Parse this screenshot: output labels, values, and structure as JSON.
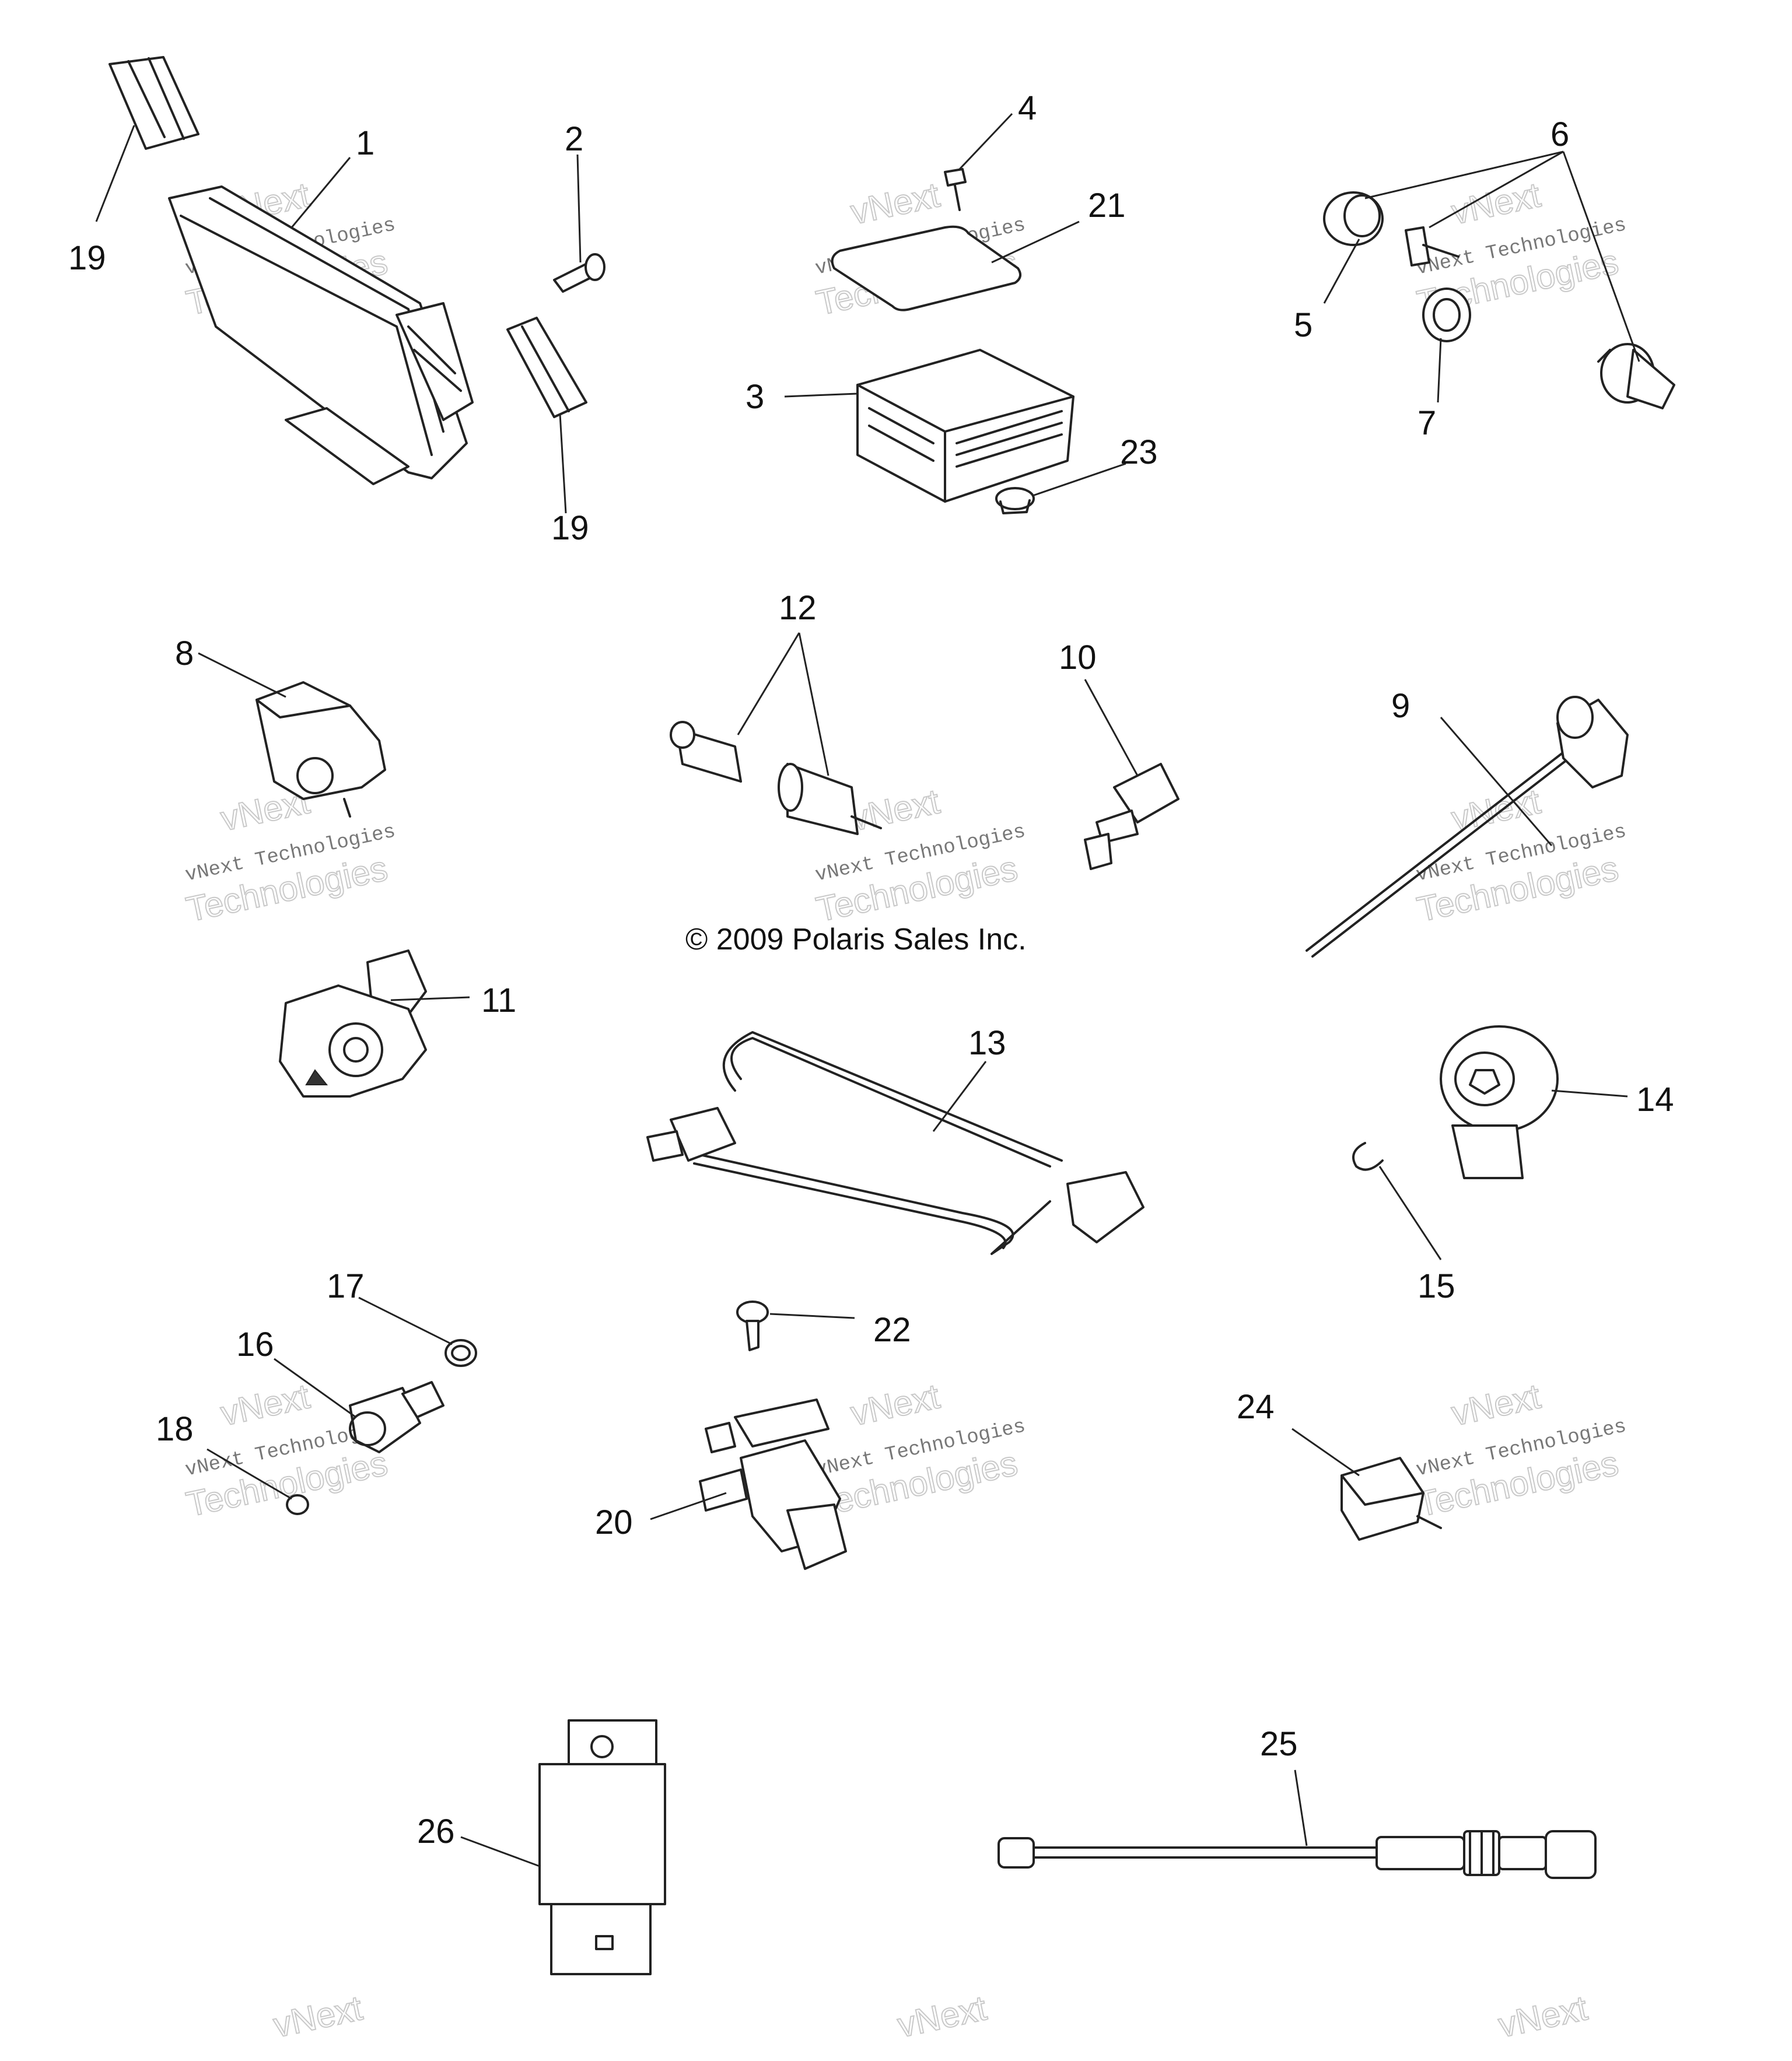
{
  "diagram": {
    "copyright": "© 2009 Polaris Sales Inc.",
    "watermark": {
      "line1": "vNext Technologies",
      "line2": "vNext",
      "line3": "Technologies"
    },
    "callouts": [
      "1",
      "2",
      "3",
      "4",
      "5",
      "6",
      "7",
      "8",
      "9",
      "10",
      "11",
      "12",
      "13",
      "14",
      "15",
      "16",
      "17",
      "18",
      "19",
      "19",
      "20",
      "21",
      "22",
      "23",
      "24",
      "25",
      "26"
    ],
    "colors": {
      "line": "#222222",
      "text": "#111111",
      "watermark": "#c9c9c9",
      "background": "#ffffff"
    }
  }
}
